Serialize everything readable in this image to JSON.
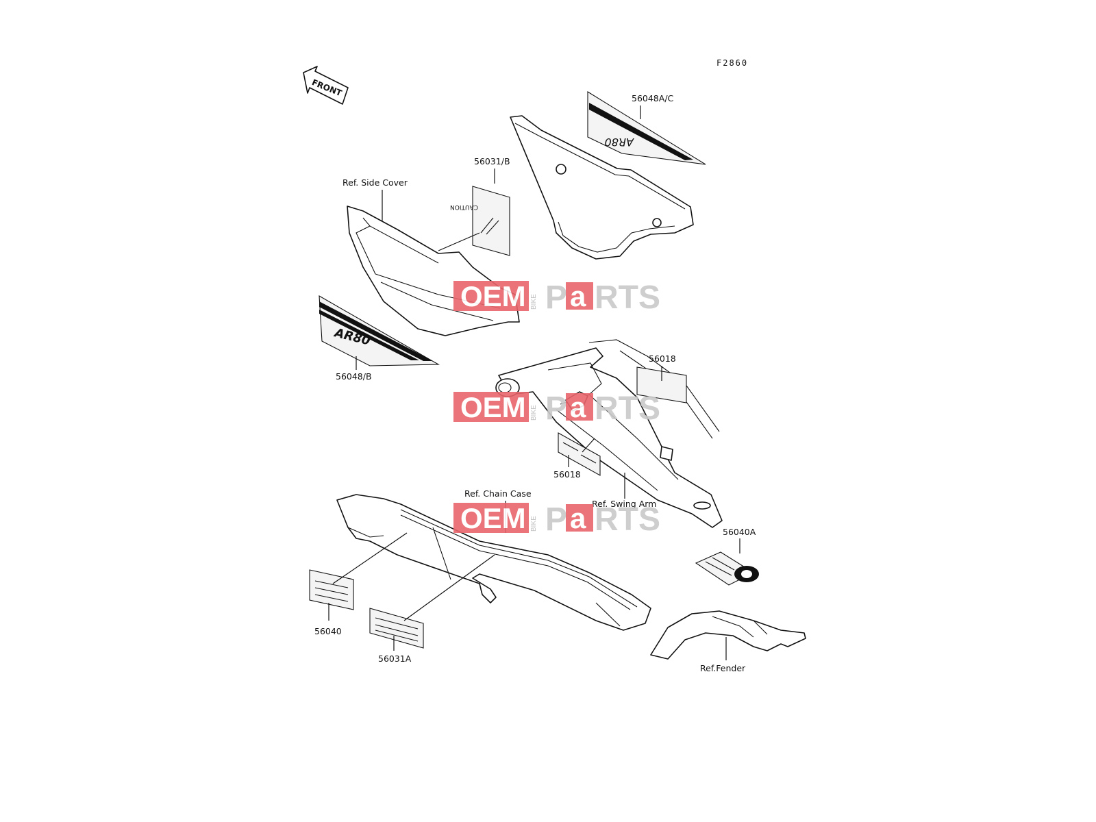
{
  "diagram_code": "F2860",
  "front_arrow_label": "FRONT",
  "watermark": {
    "oem": "OEM",
    "bike": "BIKE",
    "parts_p": "P",
    "parts_a": "a",
    "parts_rts": "RTS"
  },
  "labels": {
    "p56048ac": "56048A/C",
    "p56031b": "56031/B",
    "ref_side_cover": "Ref. Side Cover",
    "p56048b": "56048/B",
    "p56018_upper": "56018",
    "p56018_lower": "56018",
    "ref_swing_arm": "Ref. Swing Arm",
    "ref_chain_case": "Ref. Chain Case",
    "p56040a": "56040A",
    "p56040": "56040",
    "p56031a": "56031A",
    "ref_fender": "Ref.Fender"
  },
  "decal_text": {
    "caution": "CAUTION",
    "ar80": "AR80"
  },
  "colors": {
    "watermark_red": "#e8656b",
    "watermark_grey": "#c9c9c9",
    "line": "#111111"
  }
}
